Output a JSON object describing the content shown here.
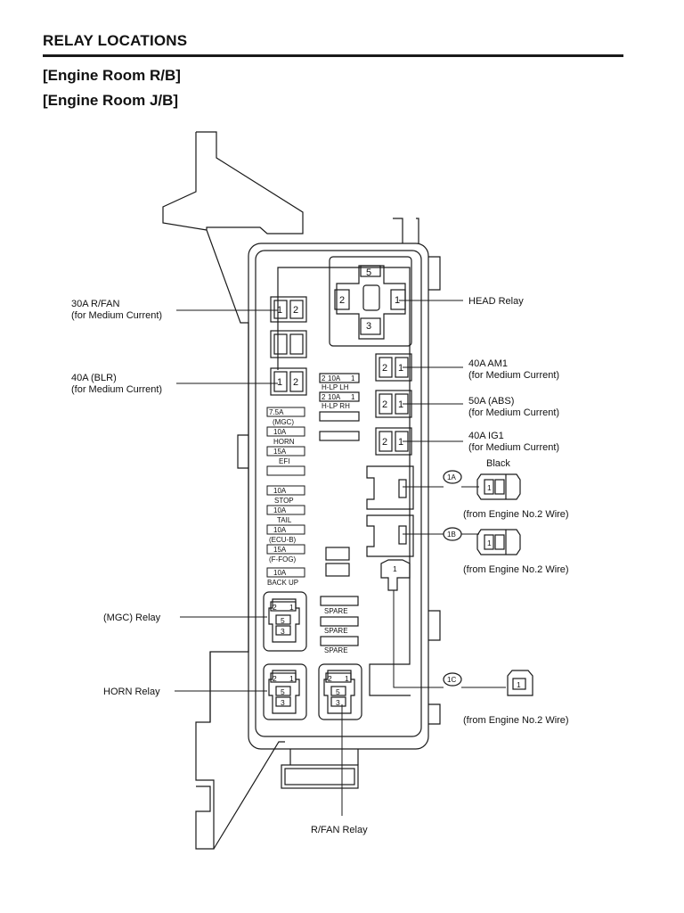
{
  "title": "RELAY LOCATIONS",
  "subtitle1": "[Engine Room R/B]",
  "subtitle2": "[Engine Room J/B]",
  "callouts": {
    "r_fan_30a": "30A R/FAN",
    "r_fan_30a_note": "(for Medium Current)",
    "blr_40a": "40A (BLR)",
    "blr_40a_note": "(for Medium Current)",
    "mgc_relay": "(MGC) Relay",
    "horn_relay": "HORN Relay",
    "r_fan_relay": "R/FAN Relay",
    "head_relay": "HEAD Relay",
    "am1_40a": "40A AM1",
    "am1_40a_note": "(for Medium Current)",
    "abs_50a": "50A (ABS)",
    "abs_50a_note": "(for Medium Current)",
    "ig1_40a": "40A IG1",
    "ig1_40a_note": "(for Medium Current)",
    "black": "Black",
    "from_wire_1a": "(from Engine No.2 Wire)",
    "from_wire_1b": "(from Engine No.2 Wire)",
    "from_wire_1c": "(from Engine No.2 Wire)"
  },
  "connectors": {
    "c1a": "1A",
    "c1b": "1B",
    "c1c": "1C"
  },
  "fuses": {
    "mgc": {
      "amp": "7.5A",
      "name": "(MGC)"
    },
    "horn": {
      "amp": "10A",
      "name": "HORN"
    },
    "efi": {
      "amp": "15A",
      "name": "EFI"
    },
    "stop": {
      "amp": "10A",
      "name": "STOP"
    },
    "tail": {
      "amp": "10A",
      "name": "TAIL"
    },
    "ecub": {
      "amp": "10A",
      "name": "(ECU-B)"
    },
    "ffog": {
      "amp": "15A",
      "name": "(F-FOG)"
    },
    "backup": {
      "amp": "10A",
      "name": "BACK UP"
    },
    "hlp_lh": {
      "amp": "10A",
      "name": "H-LP LH"
    },
    "hlp_rh": {
      "amp": "10A",
      "name": "H-LP RH"
    }
  },
  "spare": [
    "SPARE",
    "SPARE",
    "SPARE"
  ],
  "pins": {
    "p1": "1",
    "p2": "2",
    "p3": "3",
    "p5": "5"
  }
}
